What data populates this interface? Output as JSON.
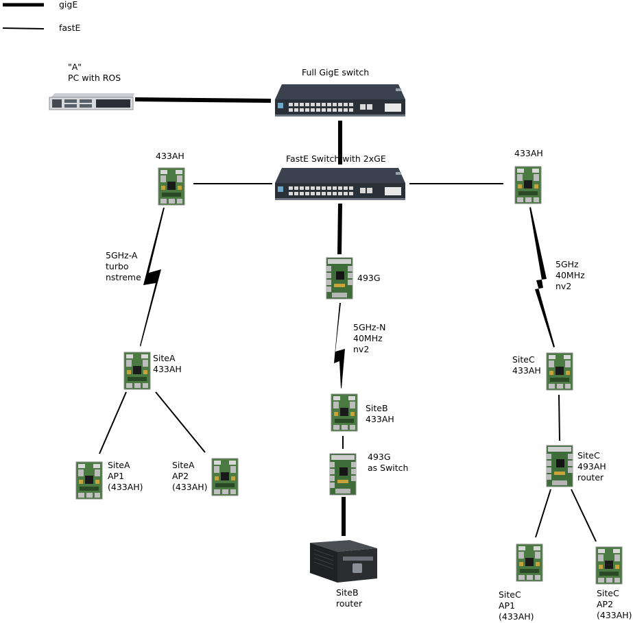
{
  "legend": {
    "gige": "gigE",
    "faste": "fastE"
  },
  "labels": {
    "pc_a": "\"A\"\nPC with ROS",
    "full_switch": "Full GigE switch",
    "faste_switch": "FastE Switch with 2xGE",
    "left_433ah": "433AH",
    "right_433ah": "433AH",
    "link_a": "5GHz-A\nturbo\nnstreme",
    "center_493g": "493G",
    "link_b": "5GHz-N\n40MHz\nnv2",
    "link_c": "5GHz\n40MHz\nnv2",
    "sitea": "SiteA\n433AH",
    "siteb": "SiteB\n433AH",
    "sitec": "SiteC\n433AH",
    "sitea_ap1": "SiteA\nAP1\n(433AH)",
    "sitea_ap2": "SiteA\nAP2\n(433AH)",
    "siteb_switch": "493G\nas Switch",
    "sitec_router": "SiteC\n493AH\nrouter",
    "siteb_router": "SiteB\nrouter",
    "sitec_ap1": "SiteC\nAP1\n(433AH)",
    "sitec_ap2": "SiteC\nAP2\n(433AH)"
  },
  "colors": {
    "line": "#000000",
    "board_green": "#3d6b3a",
    "switch_body": "#2e3540"
  },
  "icons": [
    "server-icon",
    "switch-icon",
    "routerboard-icon",
    "mini-pc-icon"
  ]
}
